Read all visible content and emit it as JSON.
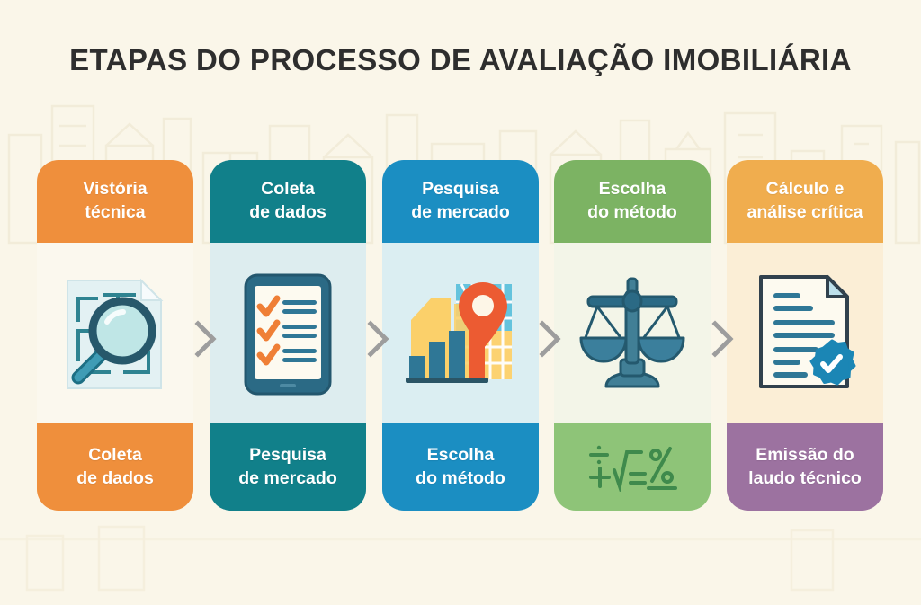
{
  "page": {
    "title": "ETAPAS DO PROCESSO DE AVALIAÇÃO IMOBILIÁRIA",
    "background_color": "#faf6e9",
    "title_color": "#2e2e2e"
  },
  "arrow": {
    "glyph": "chevron-right",
    "color": "#9a9a9a",
    "count": 4
  },
  "cards": [
    {
      "header": "Vistória\ntécnica",
      "header_line1": "Vistória",
      "header_line2": "técnica",
      "footer": "Coleta\nde dados",
      "footer_line1": "Coleta",
      "footer_line2": "de dados",
      "header_color": "#ef8f3c",
      "footer_color": "#ef8f3c",
      "body_color": "#fbf8ee",
      "icon": "blueprint-magnifier-icon",
      "icon_description": "Planta baixa com lupa"
    },
    {
      "header": "Coleta\nde dados",
      "header_line1": "Coleta",
      "header_line2": "de dados",
      "footer": "Pesquisa\nde mercado",
      "footer_line1": "Pesquisa",
      "footer_line2": "de mercado",
      "header_color": "#11808a",
      "footer_color": "#11808a",
      "body_color": "#ddedef",
      "icon": "tablet-checklist-icon",
      "icon_description": "Tablet com lista de verificação"
    },
    {
      "header": "Pesquisa\nde mercado",
      "header_line1": "Pesquisa",
      "header_line2": "de mercado",
      "footer": "Escolha\ndo método",
      "footer_line1": "Escolha",
      "footer_line2": "do método",
      "header_color": "#1b8ec2",
      "footer_color": "#1b8ec2",
      "body_color": "#dbeef2",
      "icon": "barchart-map-pin-icon",
      "icon_description": "Gráfico de barras com mapa e marcador"
    },
    {
      "header": "Escolha\ndo método",
      "header_line1": "Escolha",
      "header_line2": "do método",
      "footer": "",
      "footer_line1": "",
      "footer_line2": "",
      "footer_symbols": "÷ + √ = %",
      "header_color": "#7cb363",
      "footer_color": "#8ec478",
      "body_color": "#f3f5e8",
      "icon": "balance-scales-icon",
      "icon_description": "Balança de dois pratos"
    },
    {
      "header": "Cálculo e\nanálise crítica",
      "header_line1": "Cálculo e",
      "header_line2": "análise crítica",
      "footer": "Emissão do\nlaudo técnico",
      "footer_line1": "Emissão do",
      "footer_line2": "laudo técnico",
      "header_color": "#f0ad4e",
      "footer_color": "#9c72a0",
      "body_color": "#fbeed6",
      "icon": "certified-document-icon",
      "icon_description": "Documento com selo de certificação"
    }
  ]
}
